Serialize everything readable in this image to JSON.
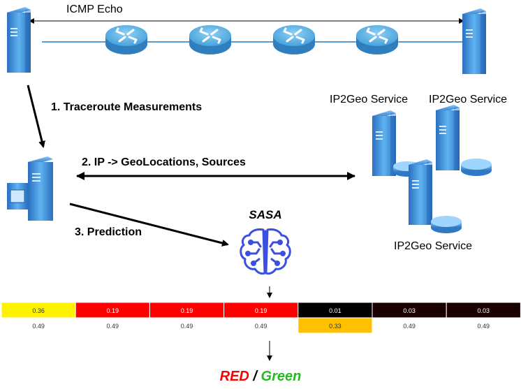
{
  "labels": {
    "icmp": "ICMP Echo",
    "step1": "1. Traceroute Measurements",
    "step2": "2. IP -> GeoLocations, Sources",
    "step3": "3. Prediction",
    "service_a": "IP2Geo Service",
    "service_b": "IP2Geo Service",
    "service_c": "IP2Geo Service",
    "sasa": "SASA",
    "result_red": "RED",
    "result_sep": " / ",
    "result_green": "Green"
  },
  "colors": {
    "red": "#ff0000",
    "green": "#22bb22",
    "sasa_icon": "#3b4fe0",
    "server_blue": "#3a8fd8"
  },
  "table": {
    "top_row": [
      {
        "value": "0.36",
        "bg": "#fff200",
        "fg": "#333333"
      },
      {
        "value": "0.19",
        "bg": "#ff0000",
        "fg": "#ffffff"
      },
      {
        "value": "0.19",
        "bg": "#ff0000",
        "fg": "#ffffff"
      },
      {
        "value": "0.19",
        "bg": "#ff0000",
        "fg": "#ffffff"
      },
      {
        "value": "0.01",
        "bg": "#000000",
        "fg": "#ffffff"
      },
      {
        "value": "0.03",
        "bg": "#1a0000",
        "fg": "#ffffff"
      },
      {
        "value": "0.03",
        "bg": "#1a0000",
        "fg": "#ffffff"
      }
    ],
    "bottom_row": [
      {
        "value": "0.49",
        "bg": "#ffffff",
        "fg": "#333333"
      },
      {
        "value": "0.49",
        "bg": "#ffffff",
        "fg": "#333333"
      },
      {
        "value": "0.49",
        "bg": "#ffffff",
        "fg": "#333333"
      },
      {
        "value": "0.49",
        "bg": "#ffffff",
        "fg": "#333333"
      },
      {
        "value": "0.33",
        "bg": "#ffc000",
        "fg": "#333333"
      },
      {
        "value": "0.49",
        "bg": "#ffffff",
        "fg": "#333333"
      },
      {
        "value": "0.49",
        "bg": "#ffffff",
        "fg": "#333333"
      }
    ]
  }
}
